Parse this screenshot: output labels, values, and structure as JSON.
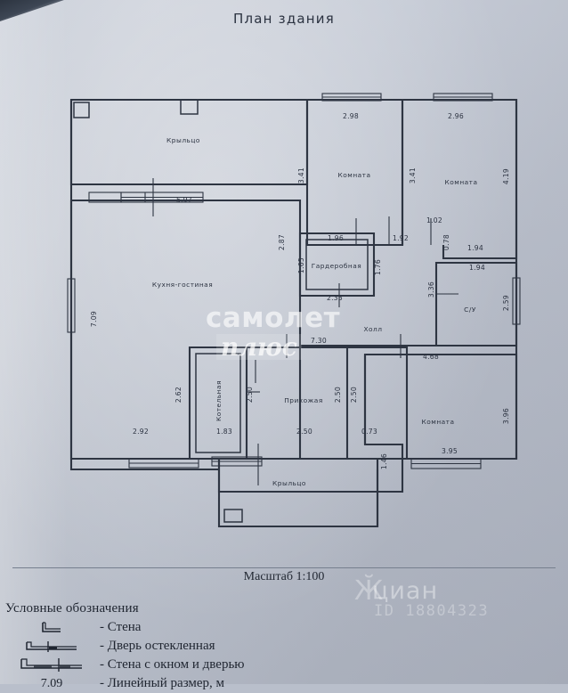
{
  "document": {
    "title": "План здания",
    "scale": "Масштаб 1:100"
  },
  "rooms": [
    {
      "id": "porch-top",
      "label": "Крыльцо"
    },
    {
      "id": "kitchen-living",
      "label": "Кухня-гостиная"
    },
    {
      "id": "room-top-left",
      "label": "Комната"
    },
    {
      "id": "room-top-right",
      "label": "Комната"
    },
    {
      "id": "wardrobe",
      "label": "Гардеробная"
    },
    {
      "id": "hall",
      "label": "Холл"
    },
    {
      "id": "bathroom",
      "label": "С/У"
    },
    {
      "id": "boiler-room",
      "label": "Котельная"
    },
    {
      "id": "entry-hall",
      "label": "Прихожая"
    },
    {
      "id": "room-bottom-right",
      "label": "Комната"
    },
    {
      "id": "porch-bottom",
      "label": "Крыльцо"
    }
  ],
  "dimensions": {
    "porch_top_width": "5.97",
    "kitchen_left_height": "7.09",
    "kitchen_bottom": "2.92",
    "kitchen_right_height": "2.87",
    "kitchen_inner_height": "2.62",
    "room_top_left_width": "2.98",
    "room_top_left_height": "3.41",
    "room_top_right_width": "2.96",
    "room_top_right_height_inner": "3.41",
    "room_top_right_height_outer": "4.19",
    "wardrobe_width": "1.96",
    "wardrobe_left": "1.65",
    "wardrobe_bottom": "2.33",
    "wardrobe_right": "1.76",
    "door_opening_1": "1.02",
    "door_opening_2": "1.92",
    "gap_078": "0.78",
    "bath_top_a": "1.94",
    "bath_top_b": "1.94",
    "bath_right": "2.59",
    "hall_left_span": "3.36",
    "hall_width": "7.30",
    "hall_bottom": "4.68",
    "boiler_width": "1.83",
    "boiler_height": "2.50",
    "entry_width": "2.50",
    "entry_height_left": "2.50",
    "entry_height_right": "2.50",
    "gap_073": "0.73",
    "step_146": "1.46",
    "room_br_right": "3.96",
    "room_br_bottom": "3.95"
  },
  "legend": {
    "heading": "Условные обозначения",
    "items": [
      {
        "symbol": "wall",
        "text": "- Стена"
      },
      {
        "symbol": "glazed-door",
        "text": "- Дверь остекленная"
      },
      {
        "symbol": "wall-window-door",
        "text": "- Стена с окном и дверью"
      },
      {
        "symbol": "linear-size",
        "text": "- Линейный размер, м",
        "sample": "7.09"
      }
    ]
  },
  "watermarks": {
    "samolet": "самолет",
    "plus": "плюс",
    "cian": "циан",
    "cian_id": "ID 18804323"
  },
  "colors": {
    "ink": "#2e3542",
    "paper": "#c2c8d3"
  }
}
